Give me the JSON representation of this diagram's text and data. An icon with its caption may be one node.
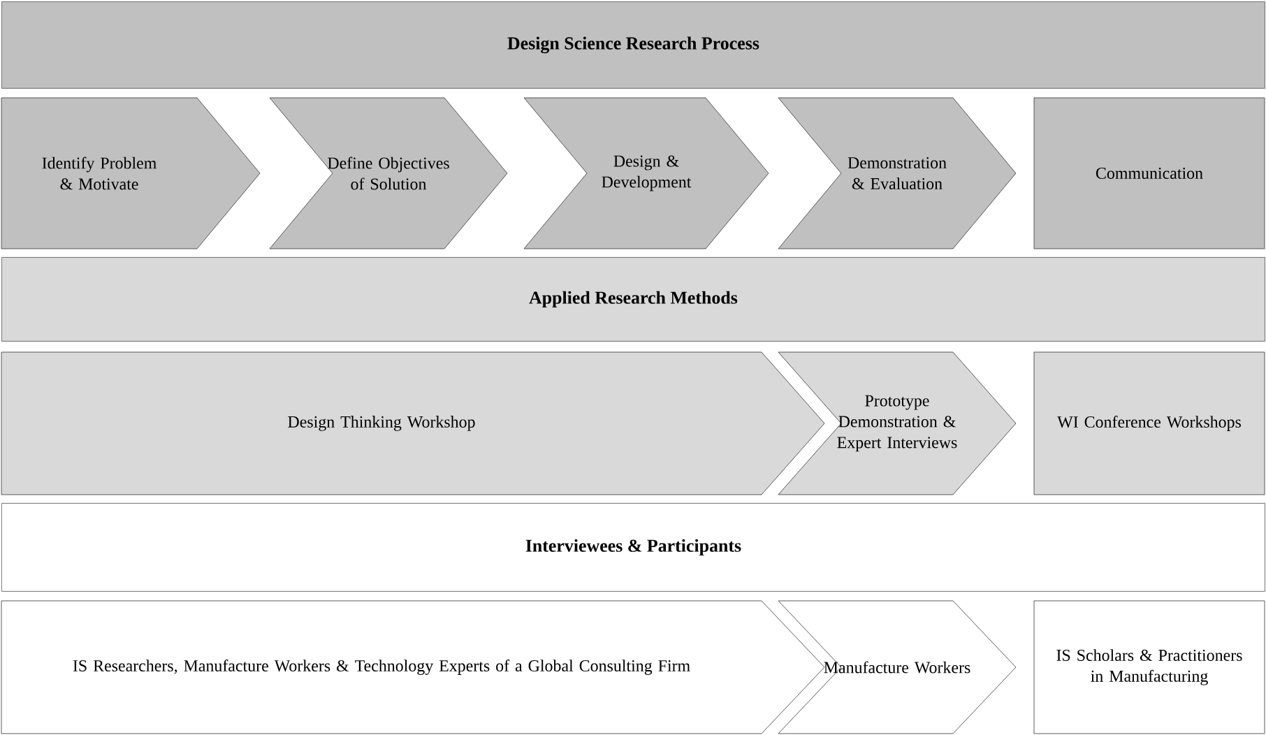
{
  "diagram": {
    "nodes": [
      {
        "text": [
          "Design Science Research Process"
        ]
      },
      {
        "text": [
          "Identify Problem & Motivate"
        ]
      },
      {
        "text": [
          "Define Objectives of Solution"
        ]
      },
      {
        "text": [
          "Design & Development"
        ]
      },
      {
        "text": [
          "Demonstration & Evaluation"
        ]
      },
      {
        "text": [
          "Communication"
        ]
      },
      {
        "text": [
          "Applied Research Methods"
        ]
      },
      {
        "text": [
          "Design Thinking Workshop"
        ]
      },
      {
        "text": [
          "Prototype Demonstration & Expert Interviews"
        ]
      },
      {
        "text": [
          "WI Conference Workshops"
        ]
      },
      {
        "text": [
          "Interviewees & Participants"
        ]
      },
      {
        "text": [
          "IS Researchers, Manufacture Workers & Technology Experts of a Global Consulting Firm"
        ]
      },
      {
        "text": [
          "Manufacture Workers"
        ]
      },
      {
        "text": [
          "IS Scholars & Practitioners in Manufacturing"
        ]
      }
    ]
  }
}
